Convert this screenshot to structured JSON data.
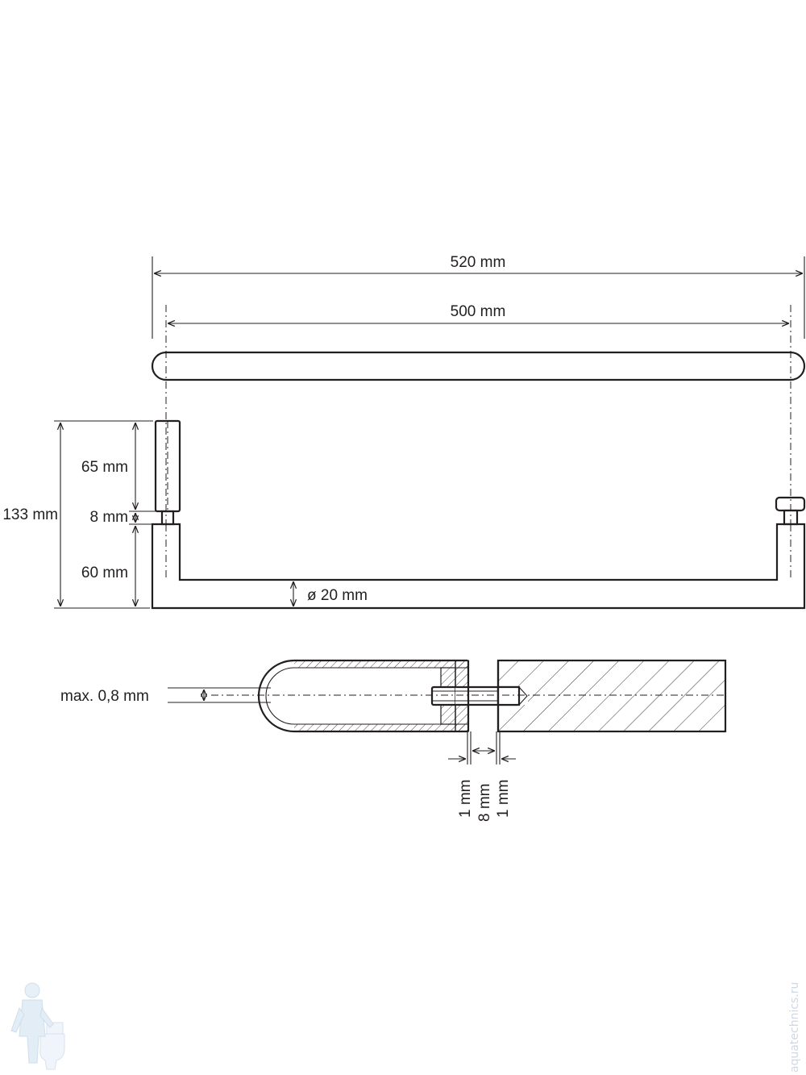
{
  "dimensions": {
    "overall_length": "520 mm",
    "center_distance": "500 mm",
    "total_height": "133 mm",
    "post_height": "65 mm",
    "gap_height": "8 mm",
    "leg_height": "60 mm",
    "diameter": "ø 20 mm",
    "max_offset": "max. 0,8 mm",
    "wall_1": "1 mm",
    "glass": "8 mm",
    "wall_2": "1 mm"
  },
  "watermark": "aquatechnics.ru",
  "icons": [
    "plumber-mascot-icon"
  ]
}
